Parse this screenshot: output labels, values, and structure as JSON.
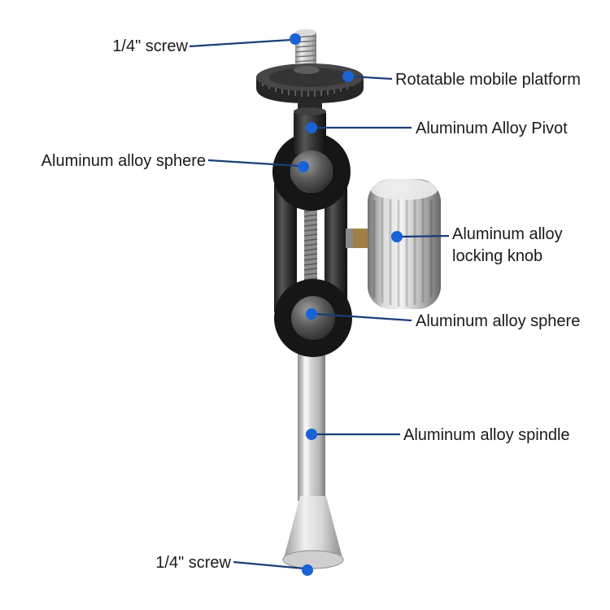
{
  "page": {
    "background": "#ffffff",
    "type": "annotated-product-diagram"
  },
  "diagram": {
    "product": "ball-head-clamp-mount-with-spindle",
    "colors": {
      "leader_line": "#1c3e78",
      "dot": "#1a63d6",
      "label_text": "#1a1a1a"
    },
    "labels": [
      {
        "id": "top-screw",
        "text": "1/4\" screw"
      },
      {
        "id": "platform",
        "text": "Rotatable mobile platform"
      },
      {
        "id": "pivot",
        "text": "Aluminum Alloy Pivot"
      },
      {
        "id": "sphere-upper",
        "text": "Aluminum alloy sphere"
      },
      {
        "id": "locking-knob",
        "text": "Aluminum alloy locking knob"
      },
      {
        "id": "sphere-lower",
        "text": "Aluminum alloy sphere"
      },
      {
        "id": "spindle",
        "text": "Aluminum alloy spindle"
      },
      {
        "id": "bottom-screw",
        "text": "1/4\" screw"
      }
    ]
  }
}
